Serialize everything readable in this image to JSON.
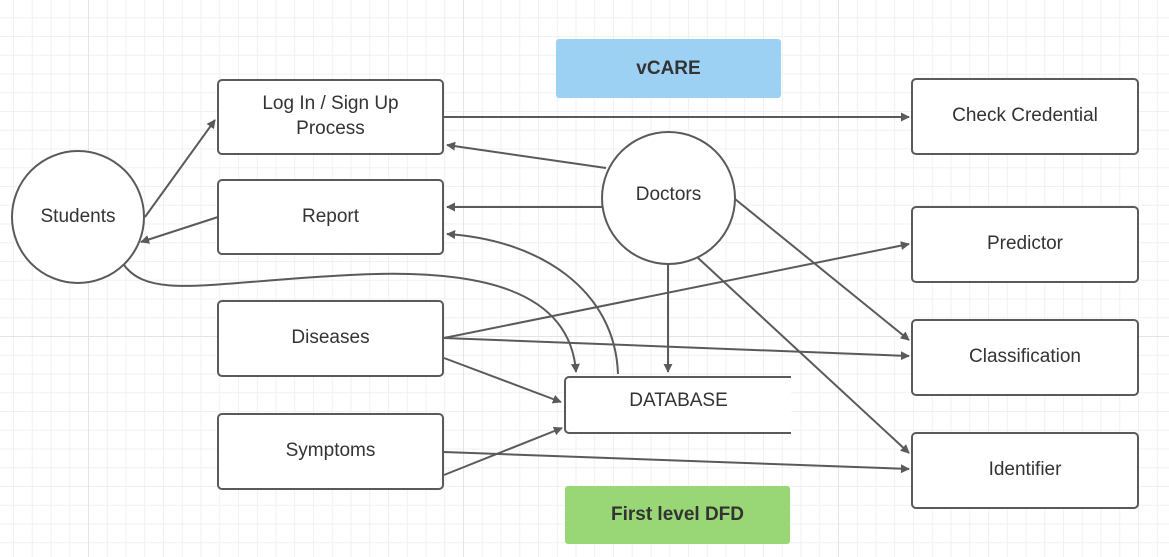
{
  "title": "vCARE",
  "footer_label": "First level DFD",
  "colors": {
    "title_bg": "#9dd1f4",
    "footer_bg": "#99d675",
    "stroke": "#5a5a5a"
  },
  "nodes": {
    "students": "Students",
    "doctors": "Doctors",
    "login": "Log In / Sign Up Process",
    "report": "Report",
    "diseases": "Diseases",
    "symptoms": "Symptoms",
    "database": "DATABASE",
    "check_credential": "Check Credential",
    "predictor": "Predictor",
    "classification": "Classification",
    "identifier": "Identifier"
  },
  "edges": [
    [
      "students",
      "login"
    ],
    [
      "report",
      "students"
    ],
    [
      "students",
      "database"
    ],
    [
      "login",
      "check_credential"
    ],
    [
      "doctors",
      "login"
    ],
    [
      "doctors",
      "report"
    ],
    [
      "doctors",
      "database"
    ],
    [
      "doctors",
      "classification"
    ],
    [
      "doctors",
      "identifier"
    ],
    [
      "database",
      "report"
    ],
    [
      "diseases",
      "predictor"
    ],
    [
      "diseases",
      "classification"
    ],
    [
      "diseases",
      "database"
    ],
    [
      "symptoms",
      "database"
    ],
    [
      "symptoms",
      "identifier"
    ]
  ]
}
